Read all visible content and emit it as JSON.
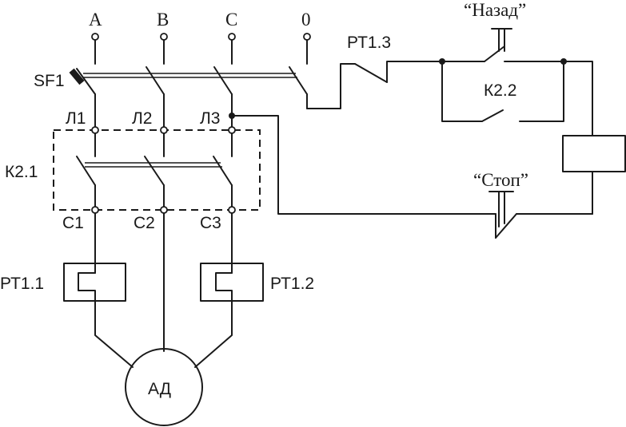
{
  "labels": {
    "phase_a": "A",
    "phase_b": "B",
    "phase_c": "C",
    "neutral": "0",
    "breaker": "SF1",
    "relay_contact_rt13": "РТ1.3",
    "button_back": "“Назад”",
    "contact_k22": "К2.2",
    "line_l1": "Л1",
    "line_l2": "Л2",
    "line_l3": "Л3",
    "contactor_k21": "К2.1",
    "button_stop": "“Стоп”",
    "out_c1": "С1",
    "out_c2": "С2",
    "out_c3": "С3",
    "relay_rt11": "РТ1.1",
    "relay_rt12": "РТ1.2",
    "motor": "АД"
  },
  "colors": {
    "line": "#1a1a1a",
    "background": "#ffffff"
  }
}
